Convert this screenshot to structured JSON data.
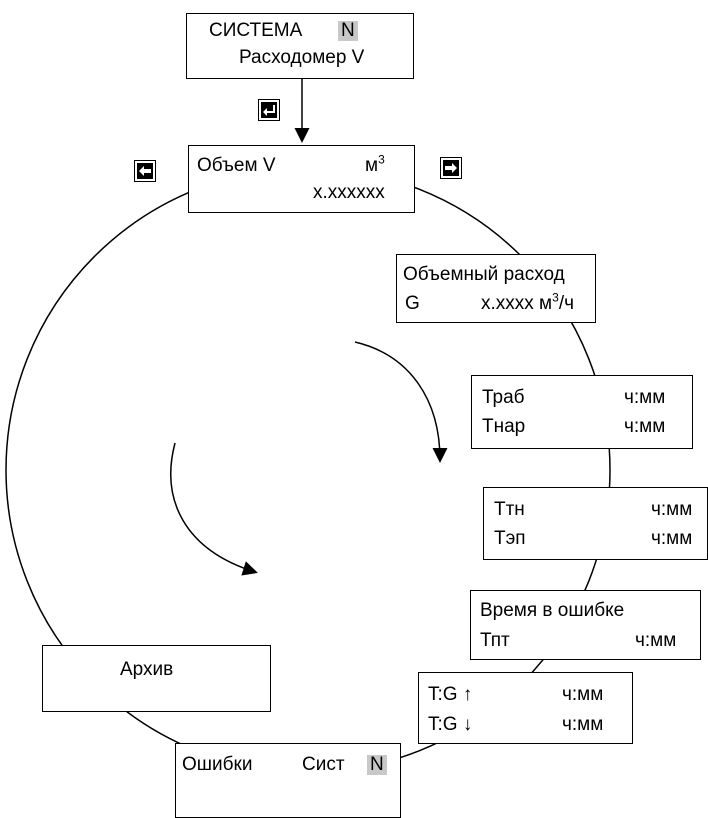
{
  "system": {
    "title": "СИСТЕМА",
    "badge": "N",
    "subtitle": "Расходомер V"
  },
  "volume": {
    "label": "Объем V",
    "unit": "м",
    "unit_sup": "3",
    "value": "x.xxxxxx"
  },
  "flow": {
    "label": "Объемный расход",
    "symbol": "G",
    "value": "x.xxxx м",
    "unit_sup": "3",
    "unit_tail": "/ч"
  },
  "times1": {
    "row1_label": "Траб",
    "row1_value": "ч:мм",
    "row2_label": "Тнар",
    "row2_value": "ч:мм"
  },
  "times2": {
    "row1_label": "Ттн",
    "row1_value": "ч:мм",
    "row2_label": "Тэп",
    "row2_value": "ч:мм"
  },
  "error_time": {
    "label": "Время в ошибке",
    "row_label": "Тпт",
    "row_value": "ч:мм"
  },
  "tg": {
    "row1_label": "T:G ↑",
    "row1_value": "ч:мм",
    "row2_label": "T:G ↓",
    "row2_value": "ч:мм"
  },
  "errors": {
    "label": "Ошибки",
    "sys": "Сист",
    "badge": "N"
  },
  "archive": {
    "label": "Архив"
  },
  "icons": [
    "enter-key-icon",
    "left-arrow-key-icon",
    "right-arrow-key-icon"
  ]
}
